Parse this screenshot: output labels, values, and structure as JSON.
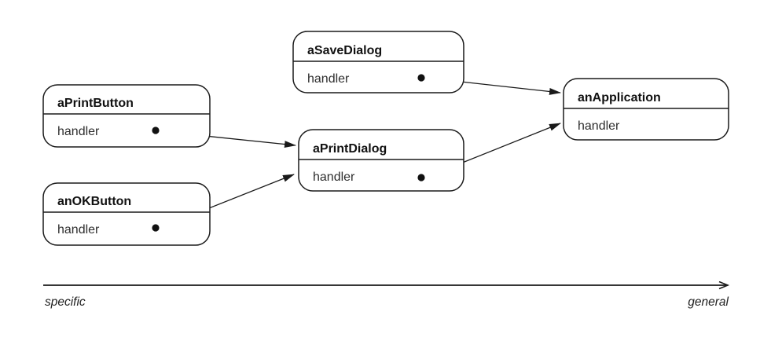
{
  "diagram": {
    "title": "chain-of-responsibility-object-diagram",
    "nodes": [
      {
        "id": "aPrintButton",
        "title": "aPrintButton",
        "field": "handler",
        "has_reference_dot": true
      },
      {
        "id": "anOKButton",
        "title": "anOKButton",
        "field": "handler",
        "has_reference_dot": true
      },
      {
        "id": "aSaveDialog",
        "title": "aSaveDialog",
        "field": "handler",
        "has_reference_dot": true
      },
      {
        "id": "aPrintDialog",
        "title": "aPrintDialog",
        "field": "handler",
        "has_reference_dot": true
      },
      {
        "id": "anApplication",
        "title": "anApplication",
        "field": "handler",
        "has_reference_dot": false
      }
    ],
    "edges": [
      {
        "from": "aPrintButton.handler",
        "to": "aPrintDialog"
      },
      {
        "from": "anOKButton.handler",
        "to": "aPrintDialog"
      },
      {
        "from": "aSaveDialog.handler",
        "to": "anApplication"
      },
      {
        "from": "aPrintDialog.handler",
        "to": "anApplication"
      }
    ],
    "axis": {
      "left_label": "specific",
      "right_label": "general"
    },
    "colors": {
      "stroke": "#1a1a1a",
      "background": "#ffffff"
    }
  }
}
